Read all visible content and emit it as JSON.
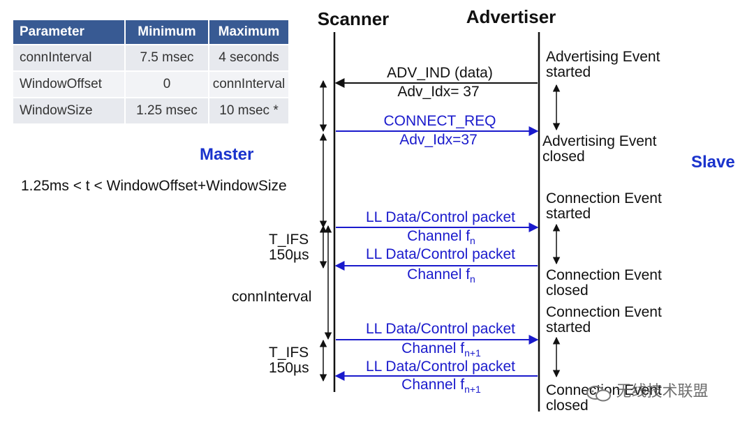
{
  "table": {
    "headers": [
      "Parameter",
      "Minimum",
      "Maximum"
    ],
    "rows": [
      [
        "connInterval",
        "7.5 msec",
        "4 seconds"
      ],
      [
        "WindowOffset",
        "0",
        "connInterval"
      ],
      [
        "WindowSize",
        "1.25 msec",
        "10 msec *"
      ]
    ]
  },
  "lanes": {
    "scanner": "Scanner",
    "advertiser": "Advertiser"
  },
  "roles": {
    "master": "Master",
    "slave": "Slave"
  },
  "timing": {
    "window_formula": "1.25ms < t < WindowOffset+WindowSize",
    "tifs_1": "T_IFS",
    "tifs_1_value": "150µs",
    "tifs_2": "T_IFS",
    "tifs_2_value": "150µs",
    "conn_interval": "connInterval"
  },
  "messages": [
    {
      "label": "ADV_IND (data)",
      "sub": "Adv_Idx= 37",
      "color": "#111111"
    },
    {
      "label": "CONNECT_REQ",
      "sub": "Adv_Idx=37",
      "color": "#1a1acc"
    },
    {
      "label": "LL Data/Control packet",
      "sub": "Channel f",
      "sub_index": "n",
      "color": "#1a1acc"
    },
    {
      "label": "LL Data/Control packet",
      "sub": "Channel f",
      "sub_index": "n",
      "color": "#1a1acc"
    },
    {
      "label": "LL Data/Control packet",
      "sub": "Channel f",
      "sub_index": "n+1",
      "color": "#1a1acc"
    },
    {
      "label": "LL Data/Control packet",
      "sub": "Channel f",
      "sub_index": "n+1",
      "color": "#1a1acc"
    }
  ],
  "events": {
    "adv_started_1": "Advertising Event",
    "adv_started_2": "started",
    "adv_closed_1": "Advertising Event",
    "adv_closed_2": "closed",
    "conn1_started_1": "Connection Event",
    "conn1_started_2": "started",
    "conn1_closed_1": "Connection Event",
    "conn1_closed_2": "closed",
    "conn2_started_1": "Connection Event",
    "conn2_started_2": "started",
    "conn2_closed_1": "Connection Event",
    "conn2_closed_2": "closed"
  },
  "watermark": "无线技术联盟",
  "colors": {
    "table_header": "#385a93",
    "accent_blue": "#1a1acc",
    "role_blue": "#1a33cc"
  }
}
